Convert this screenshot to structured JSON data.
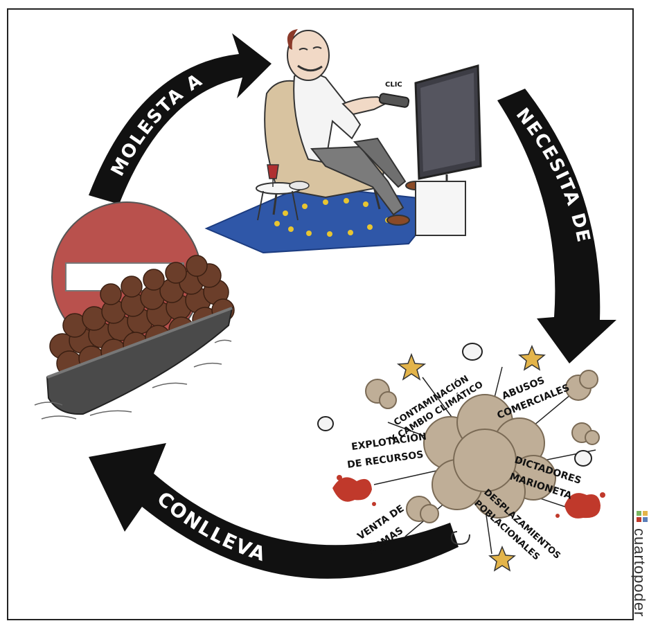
{
  "arrows": {
    "molesta": "MOLESTA A",
    "necesita": "NECESITA DE",
    "conlleva": "CONLLEVA"
  },
  "explosion_labels": {
    "contaminacion_1": "CONTAMINACIÓN",
    "contaminacion_2": "Y CAMBIO CLIMÁTICO",
    "abusos_1": "ABUSOS",
    "abusos_2": "COMERCIALES",
    "explotacion_1": "EXPLOTACIÓN",
    "explotacion_2": "DE RECURSOS",
    "dictadores_1": "DICTADORES",
    "dictadores_2": "MARIONETA",
    "desplazamientos_1": "DESPLAZAMIENTOS",
    "desplazamientos_2": "POBLACIONALES",
    "venta_1": "VENTA DE",
    "venta_2": "ARMAS"
  },
  "sound_effect": "CLIC",
  "brand": "cuartopoder",
  "colors": {
    "arrow": "#111111",
    "no_entry_sign": "#b9514d",
    "eu_flag": "#2f57a8",
    "eu_stars": "#e8c531",
    "cloud": "#bfae97",
    "blood": "#c0392b",
    "boat": "#4a4a4a",
    "crowd": "#6b3e2a"
  }
}
